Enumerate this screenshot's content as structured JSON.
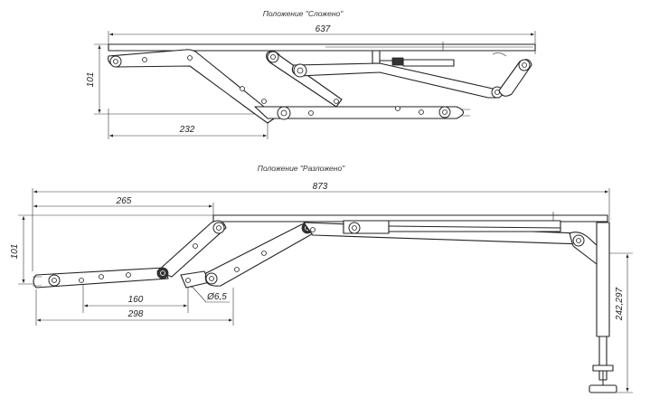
{
  "views": {
    "folded": {
      "caption": "Положение \"Сложено\"",
      "dims": {
        "overall_length": "637",
        "height": "101",
        "offset": "232"
      }
    },
    "unfolded": {
      "caption": "Положение \"Разложено\"",
      "dims": {
        "overall_length": "873",
        "left_span": "265",
        "height": "101",
        "link_a": "160",
        "link_b": "298",
        "hole_dia": "Ø6,5",
        "leg_range": "242,297"
      }
    }
  }
}
